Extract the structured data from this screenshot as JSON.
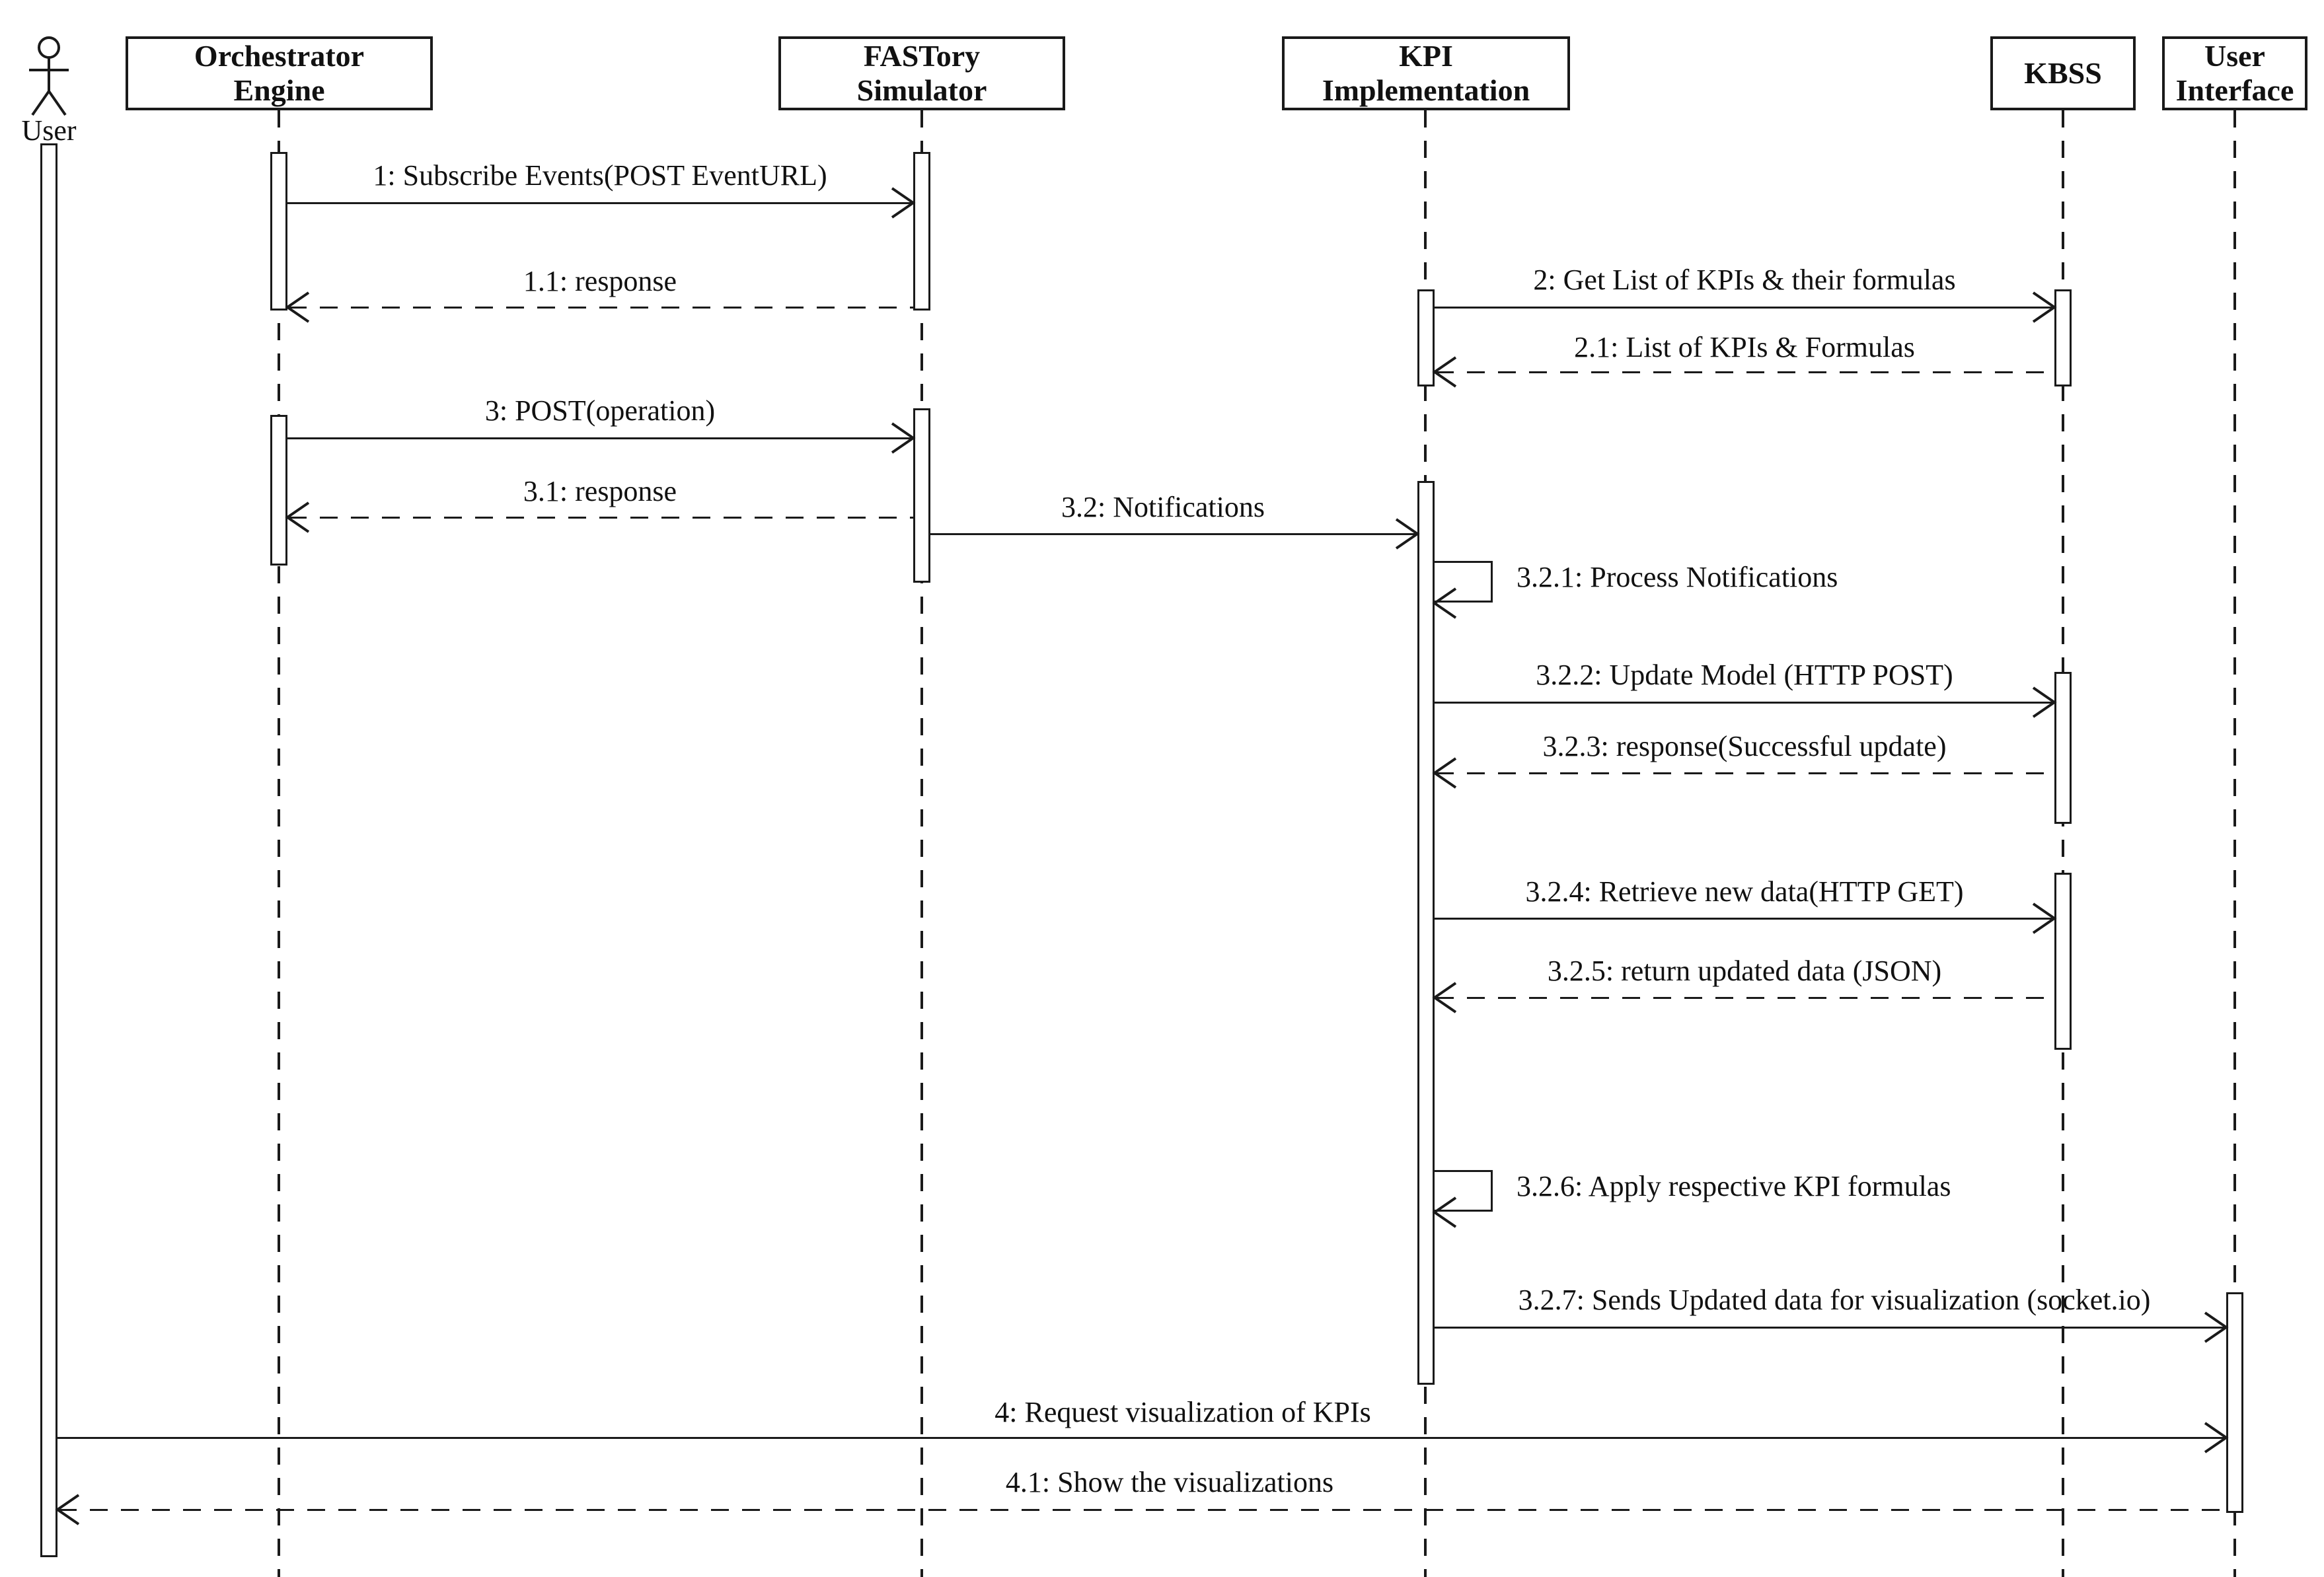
{
  "actor": {
    "label": "User"
  },
  "participants": [
    {
      "name": "orchestrator-engine",
      "line1": "Orchestrator",
      "line2": "Engine"
    },
    {
      "name": "fastory-simulator",
      "line1": "FASTory",
      "line2": "Simulator"
    },
    {
      "name": "kpi-implementation",
      "line1": "KPI",
      "line2": "Implementation"
    },
    {
      "name": "kbss",
      "line1": "KBSS",
      "line2": ""
    },
    {
      "name": "user-interface",
      "line1": "User",
      "line2": "Interface"
    }
  ],
  "messages": [
    {
      "label": "1: Subscribe Events(POST EventURL)",
      "from": "Orchestrator Engine",
      "to": "FASTory Simulator",
      "style": "solid"
    },
    {
      "label": "1.1: response",
      "from": "FASTory Simulator",
      "to": "Orchestrator Engine",
      "style": "dashed"
    },
    {
      "label": "2: Get List of KPIs & their formulas",
      "from": "KPI Implementation",
      "to": "KBSS",
      "style": "solid"
    },
    {
      "label": "2.1: List of KPIs & Formulas",
      "from": "KBSS",
      "to": "KPI Implementation",
      "style": "dashed"
    },
    {
      "label": "3: POST(operation)",
      "from": "Orchestrator Engine",
      "to": "FASTory Simulator",
      "style": "solid"
    },
    {
      "label": "3.1: response",
      "from": "FASTory Simulator",
      "to": "Orchestrator Engine",
      "style": "dashed"
    },
    {
      "label": "3.2: Notifications",
      "from": "FASTory Simulator",
      "to": "KPI Implementation",
      "style": "solid"
    },
    {
      "label": "3.2.1: Process Notifications",
      "from": "KPI Implementation",
      "to": "KPI Implementation",
      "style": "self"
    },
    {
      "label": "3.2.2: Update Model (HTTP POST)",
      "from": "KPI Implementation",
      "to": "KBSS",
      "style": "solid"
    },
    {
      "label": "3.2.3: response(Successful update)",
      "from": "KBSS",
      "to": "KPI Implementation",
      "style": "dashed"
    },
    {
      "label": "3.2.4: Retrieve new data(HTTP GET)",
      "from": "KPI Implementation",
      "to": "KBSS",
      "style": "solid"
    },
    {
      "label": "3.2.5: return updated data (JSON)",
      "from": "KBSS",
      "to": "KPI Implementation",
      "style": "dashed"
    },
    {
      "label": "3.2.6: Apply respective KPI formulas",
      "from": "KPI Implementation",
      "to": "KPI Implementation",
      "style": "self"
    },
    {
      "label": "3.2.7: Sends Updated data for visualization (socket.io)",
      "from": "KPI Implementation",
      "to": "User Interface",
      "style": "solid"
    },
    {
      "label": "4: Request visualization of KPIs",
      "from": "User",
      "to": "User Interface",
      "style": "solid"
    },
    {
      "label": "4.1: Show the visualizations",
      "from": "User Interface",
      "to": "User",
      "style": "dashed"
    }
  ]
}
